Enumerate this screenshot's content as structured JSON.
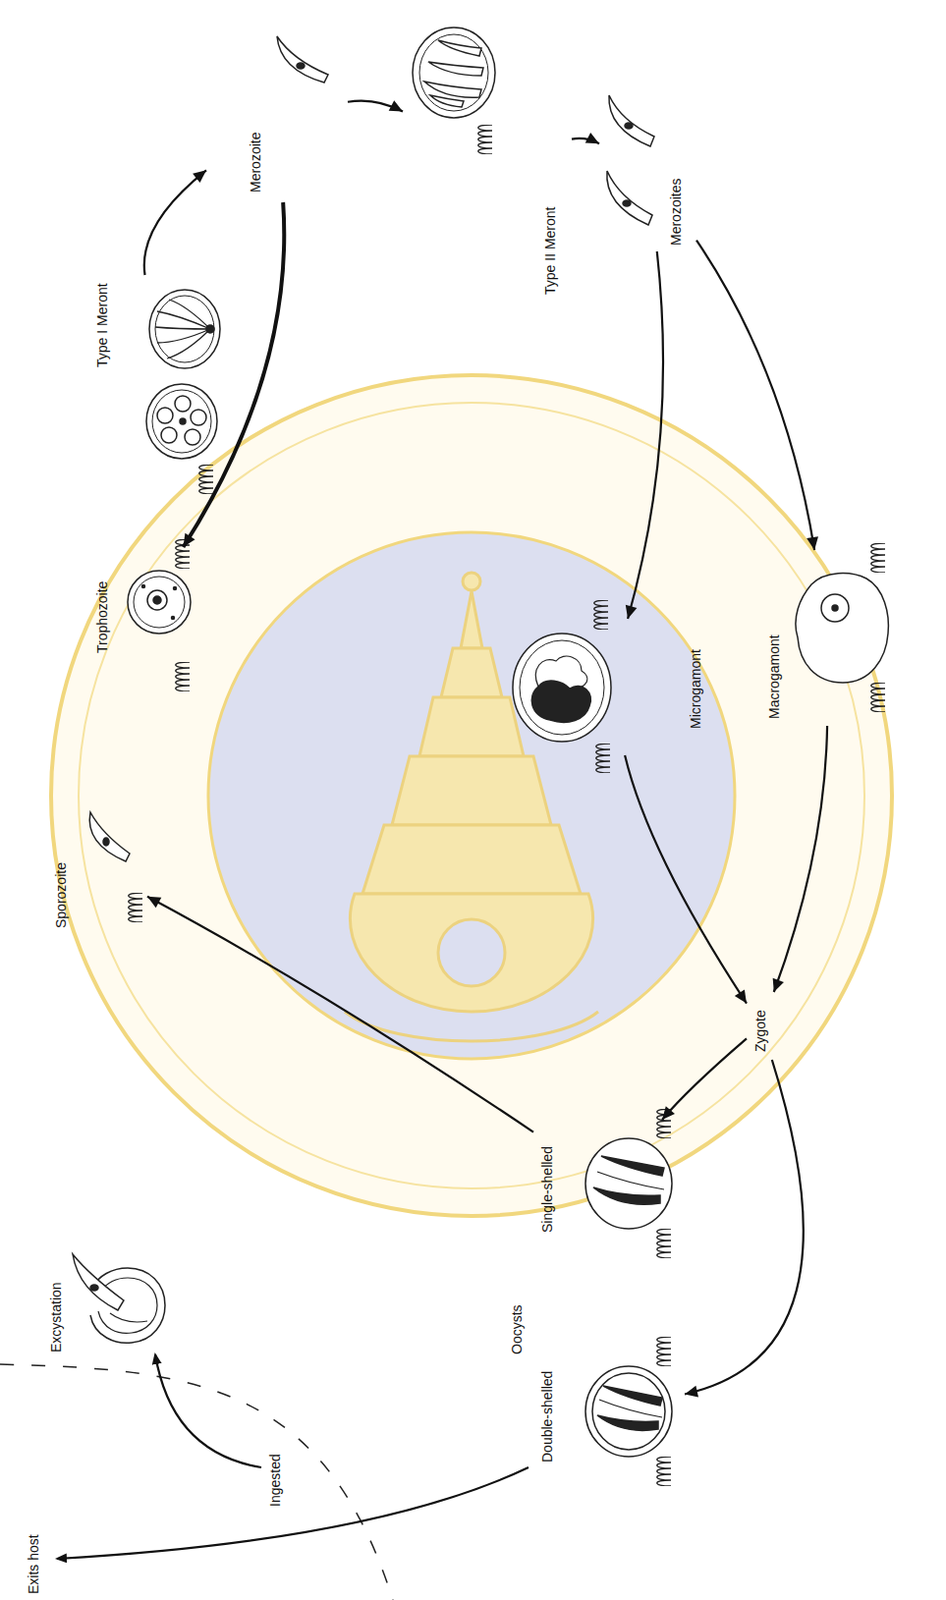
{
  "diagram": {
    "nodes": [
      {
        "text": [
          "Sporozoite"
        ]
      },
      {
        "text": [
          "Trophozoite"
        ]
      },
      {
        "text": [
          "Type I Meront"
        ]
      },
      {
        "text": [
          "Merozoite"
        ]
      },
      {
        "text": [
          "Type II Meront"
        ]
      },
      {
        "text": [
          "Merozoites"
        ]
      },
      {
        "text": [
          "Microgamont"
        ]
      },
      {
        "text": [
          "Macrogamont"
        ]
      },
      {
        "text": [
          "Zygote"
        ]
      },
      {
        "text": [
          "Single-shelled"
        ]
      },
      {
        "text": [
          "Double-shelled"
        ]
      },
      {
        "text": [
          "Excystation"
        ]
      }
    ],
    "edges": [
      {
        "from": 9,
        "to": 0,
        "arrow": "to"
      },
      {
        "from": 2,
        "to": 3,
        "arrow": "to"
      },
      {
        "from": 3,
        "to": 1,
        "arrow": "to"
      },
      {
        "from": 3,
        "to": 4,
        "arrow": "to"
      },
      {
        "from": 4,
        "to": 5,
        "arrow": "to"
      },
      {
        "from": 5,
        "to": 6,
        "arrow": "to"
      },
      {
        "from": 5,
        "to": 7,
        "arrow": "to"
      },
      {
        "from": 6,
        "to": 8,
        "arrow": "to"
      },
      {
        "from": 7,
        "to": 8,
        "arrow": "to"
      },
      {
        "from": 8,
        "to": 9,
        "arrow": "to"
      },
      {
        "from": 8,
        "to": 10,
        "arrow": "to"
      }
    ],
    "labels": [
      "Oocysts",
      "Ingested",
      "Exits host"
    ]
  }
}
